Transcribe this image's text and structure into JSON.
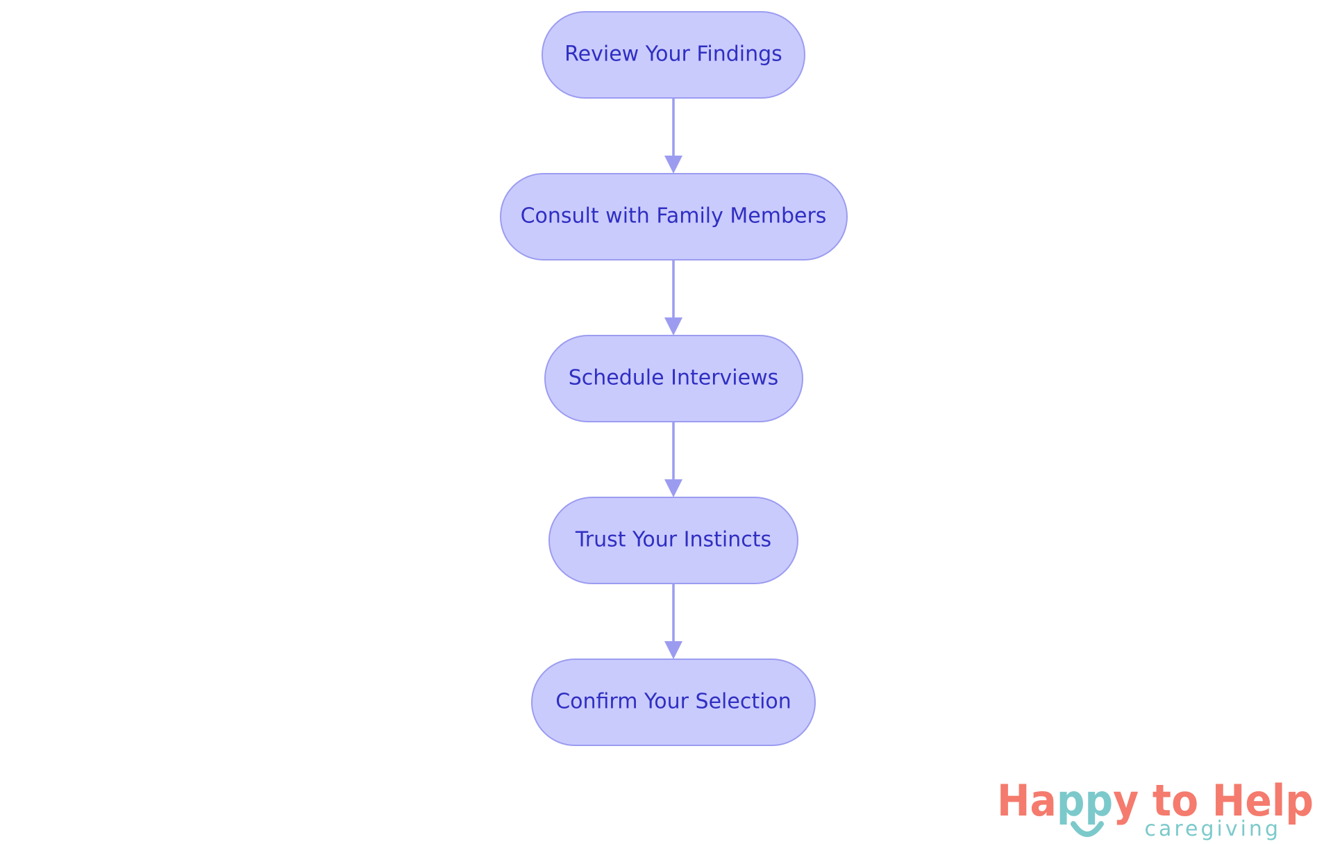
{
  "diagram": {
    "nodes": [
      {
        "id": "review",
        "label": "Review Your Findings"
      },
      {
        "id": "consult",
        "label": "Consult with Family Members"
      },
      {
        "id": "schedule",
        "label": "Schedule Interviews"
      },
      {
        "id": "trust",
        "label": "Trust Your Instincts"
      },
      {
        "id": "confirm",
        "label": "Confirm Your Selection"
      }
    ],
    "edges": [
      {
        "from": "review",
        "to": "consult"
      },
      {
        "from": "consult",
        "to": "schedule"
      },
      {
        "from": "schedule",
        "to": "trust"
      },
      {
        "from": "trust",
        "to": "confirm"
      }
    ],
    "colors": {
      "node_fill": "#cacbfd",
      "node_stroke": "#9b9cf0",
      "node_text": "#2f2fc2",
      "edge": "#9b9cf0"
    }
  },
  "logo": {
    "part1": "Ha",
    "part2": "pp",
    "part3": "y to Help",
    "subtitle": "caregiving",
    "colors": {
      "coral": "#f47b6d",
      "teal": "#7cc9cb"
    }
  }
}
